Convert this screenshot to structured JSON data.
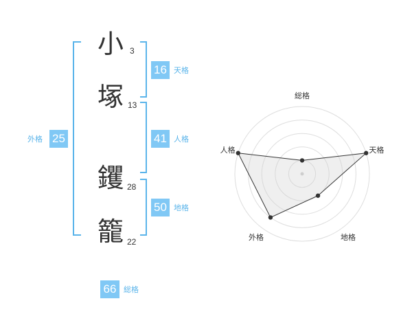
{
  "name": {
    "chars": [
      {
        "char": "小",
        "strokes": "3"
      },
      {
        "char": "塚",
        "strokes": "13"
      },
      {
        "char": "钁",
        "strokes": "28"
      },
      {
        "char": "籠",
        "strokes": "22"
      }
    ]
  },
  "fortune": {
    "tenkaku": {
      "value": "16",
      "label": "天格"
    },
    "jinkaku": {
      "value": "41",
      "label": "人格"
    },
    "chikaku": {
      "value": "50",
      "label": "地格"
    },
    "gaikaku": {
      "value": "25",
      "label": "外格"
    },
    "soukaku": {
      "value": "66",
      "label": "総格"
    }
  },
  "colors": {
    "accent": "#80c8f5",
    "bracket": "#5ab4ea",
    "point": "#333333"
  },
  "chart_data": {
    "type": "radar",
    "axes": [
      "総格",
      "天格",
      "地格",
      "外格",
      "人格"
    ],
    "levels": 5,
    "range": [
      0,
      5
    ],
    "values": [
      1,
      5,
      2,
      4,
      5
    ]
  }
}
